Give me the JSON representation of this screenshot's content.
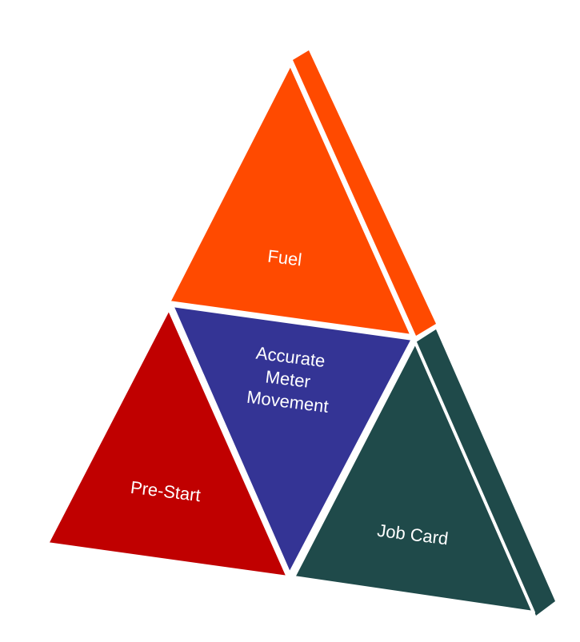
{
  "diagram": {
    "segments": {
      "top": {
        "label": "Fuel",
        "color": "#FF4A00",
        "side_color": "#FF4A00"
      },
      "center": {
        "label_lines": [
          "Accurate",
          "Meter",
          "Movement"
        ],
        "color": "#343495"
      },
      "left": {
        "label": "Pre-Start",
        "color": "#C00000"
      },
      "right": {
        "label": "Job Card",
        "color": "#1F4A4A",
        "side_color": "#1F4A4A"
      }
    }
  }
}
